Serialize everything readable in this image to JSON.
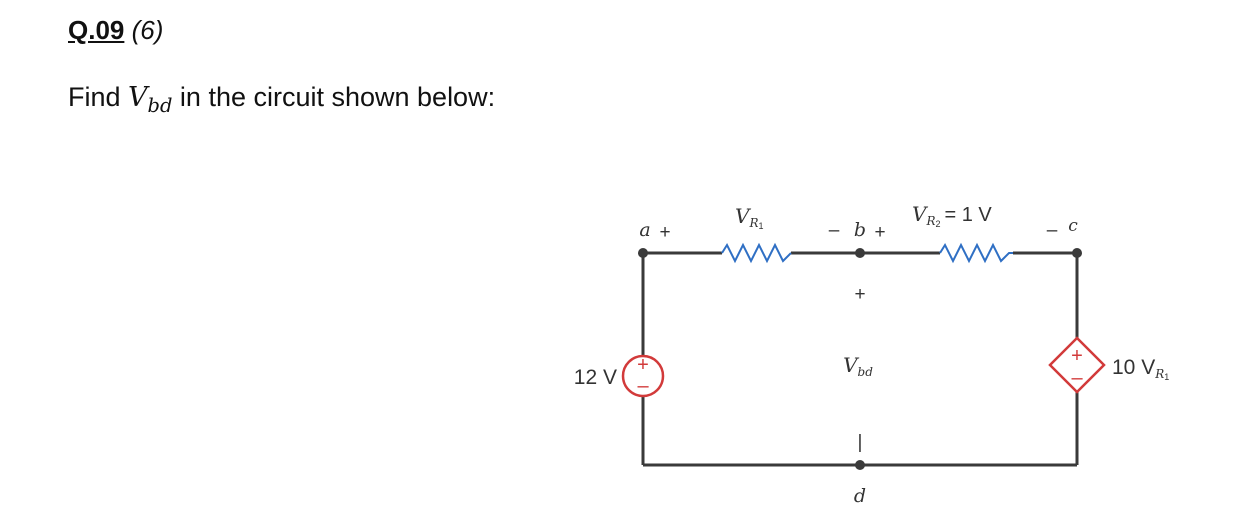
{
  "question": {
    "number": "Q.09",
    "points": "(6)",
    "prompt_prefix": "Find ",
    "target_var": "V",
    "target_sub": "bd",
    "prompt_suffix": " in the circuit shown below:"
  },
  "circuit": {
    "node_a": "a",
    "node_b": "b",
    "node_c": "c",
    "node_d": "d",
    "plus": "+",
    "minus": "–",
    "vr1_label": "V",
    "vr1_sub": "R",
    "vr1_subsub": "1",
    "vr2_label": "V",
    "vr2_sub": "R",
    "vr2_subsub": "2",
    "vr2_value": "= 1 V",
    "source_left_value": "12 V",
    "vbd_label": "V",
    "vbd_sub": "bd",
    "dep_source_label": "10 V",
    "dep_source_sub": "R",
    "dep_source_subsub": "1",
    "colors": {
      "wire": "#3a3a3a",
      "resistor": "#2f6fc4",
      "source": "#d23a3a"
    }
  }
}
